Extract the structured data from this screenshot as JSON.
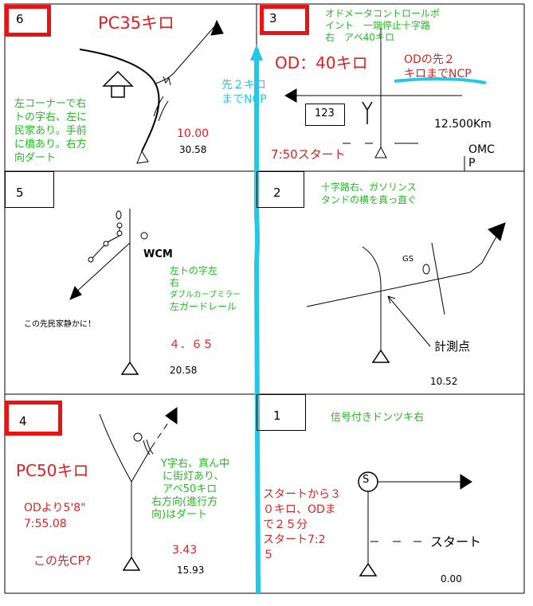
{
  "colors": {
    "green": "#22bb22",
    "red": "#e02020",
    "cyan": "#22c8e8",
    "black": "#000000"
  },
  "cells": {
    "c6": {
      "num": "6",
      "title": "PC35キロ",
      "note": [
        "左コーナーで右",
        "トの字右、左に",
        "民家あり。手前",
        "に橋あり。右方",
        "向ダート"
      ],
      "time": "10.00",
      "dist": "30.58"
    },
    "c3": {
      "num": "3",
      "note": [
        "オドメータコントロールポ",
        "イント　一端停止十字路",
        "右　アベ40キロ"
      ],
      "od": "OD：40キロ",
      "od_note": [
        "ODの先２",
        "キロまでNCP"
      ],
      "ncp": [
        "先２キロ",
        "までNCP"
      ],
      "sign": "123",
      "time": "7:50スタート",
      "dist": "12.500Km",
      "omc": [
        "OMC",
        "P"
      ]
    },
    "c5": {
      "num": "5",
      "wcm": "WCM",
      "note": [
        "左トの字左",
        "右",
        "ダブルカーブミラー",
        "左ガードレール"
      ],
      "warn": "この先民家静かに！",
      "time": "４．６５",
      "dist": "20.58"
    },
    "c2": {
      "num": "2",
      "note": [
        "十字路右、ガソリンス",
        "タンドの横を真っ直ぐ"
      ],
      "gs": "GS",
      "measure": "計測点",
      "dist": "10.52"
    },
    "c4": {
      "num": "4",
      "title": "PC50キロ",
      "od": [
        "ODより5'8\"",
        "7:55.08"
      ],
      "cp": "この先CP?",
      "note": [
        "Y字右、真ん中",
        "に街灯あり、",
        "アベ50キロ",
        "右方向(進行方",
        "向)はダート"
      ],
      "time": "3.43",
      "dist": "15.93"
    },
    "c1": {
      "num": "1",
      "note": "信号付きドンツキ右",
      "start_note": [
        "スタートから３",
        "０キロ、ODま",
        "で２５分",
        "スタート7:2",
        "５"
      ],
      "s": "S",
      "start": "スタート",
      "dist": "0.00"
    }
  }
}
